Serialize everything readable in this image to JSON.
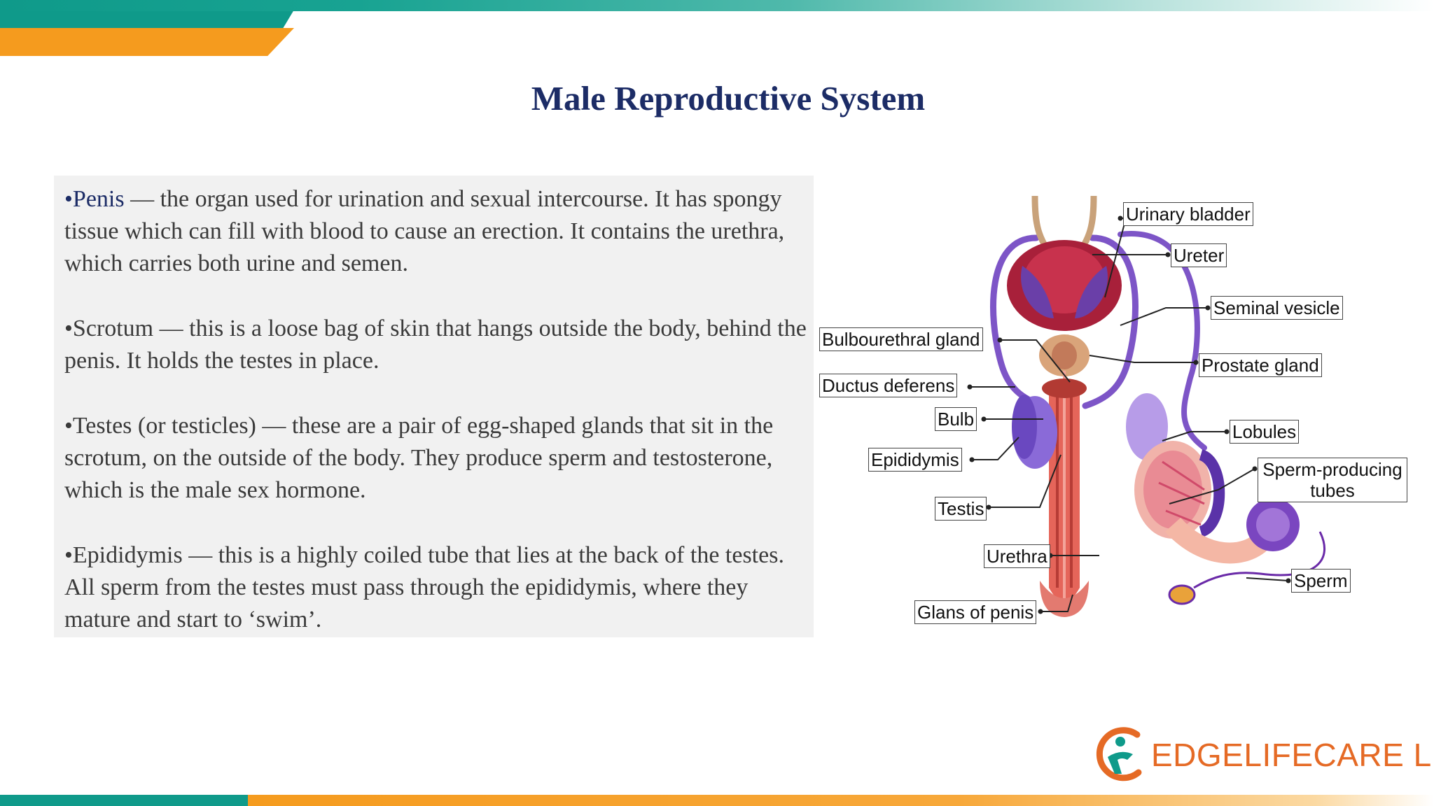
{
  "title": "Male Reproductive System",
  "paragraphs": [
    {
      "term": "Penis",
      "text": " — the organ used for urination and sexual intercourse. It has spongy tissue which can fill with blood to cause an erection. It contains the urethra, which carries both urine and semen."
    },
    {
      "term": "Scrotum",
      "text": " — this is a loose bag of  skin that hangs outside the body, behind the penis. It holds the testes in place."
    },
    {
      "term": "Testes (or testicles)",
      "text": " — these are a pair of  egg-shaped glands that sit in the scrotum, on the outside of  the body. They produce sperm and testosterone, which is the male sex hormone."
    },
    {
      "term": "Epididymis",
      "text": " — this is a highly coiled tube that lies at the back of the testes. All sperm from the testes must pass through the epididymis, where they mature and start to ‘swim’."
    }
  ],
  "bullet": "•",
  "diagram_labels": {
    "urinary_bladder": "Urinary bladder",
    "ureter": "Ureter",
    "seminal_vesicle": "Seminal vesicle",
    "bulbourethral_gland": "Bulbourethral gland",
    "prostate_gland": "Prostate gland",
    "ductus_deferens": "Ductus deferens",
    "bulb": "Bulb",
    "lobules": "Lobules",
    "epididymis": "Epididymis",
    "sperm_producing_tubes": "Sperm-producing tubes",
    "testis": "Testis",
    "urethra": "Urethra",
    "sperm": "Sperm",
    "glans_of_penis": "Glans of penis"
  },
  "logo": {
    "text": "EDGELIFECARE LLP"
  },
  "colors": {
    "teal": "#0f9a8a",
    "orange": "#f59b1e",
    "title_navy": "#1c2c66",
    "logo_orange": "#e56a25"
  }
}
